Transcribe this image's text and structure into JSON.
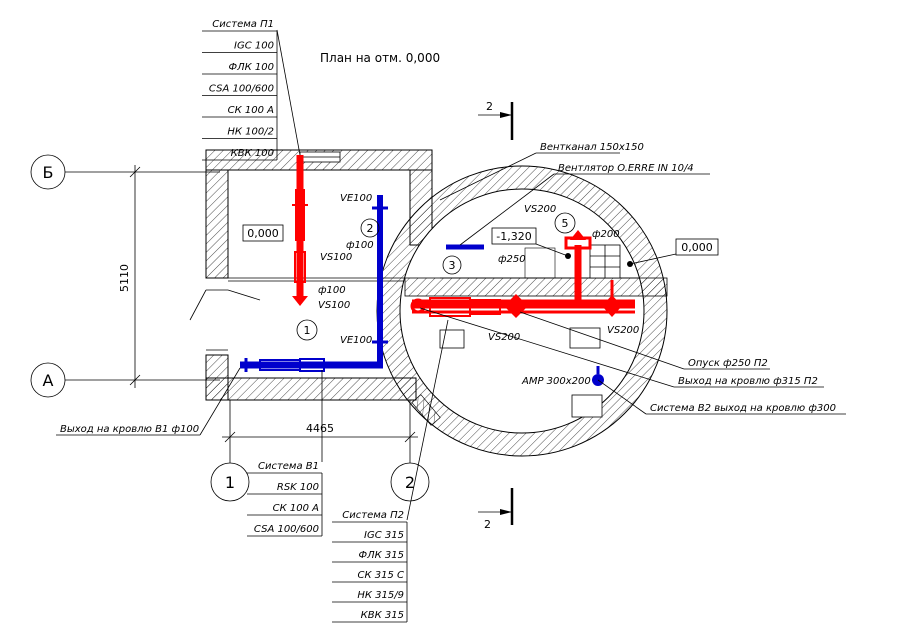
{
  "title": "План на отм. 0,000",
  "axes": {
    "b": "Б",
    "a": "А",
    "one": "1",
    "two": "2"
  },
  "section_marks": {
    "top": "2",
    "bottom": "2"
  },
  "dimensions": {
    "height": "5110",
    "width": "4465"
  },
  "levels": {
    "room": "0,000",
    "pit": "-1,320",
    "circle": "0,000"
  },
  "room_numbers": {
    "r1": "1",
    "r2": "2",
    "r3": "3",
    "r5": "5"
  },
  "system_p1": {
    "header": "Система П1",
    "items": [
      "IGC 100",
      "ФЛК 100",
      "CSA 100/600",
      "СК 100 А",
      "НК 100/2",
      "КВК 100"
    ]
  },
  "system_v1": {
    "header": "Система В1",
    "items": [
      "RSK 100",
      "СК 100 А",
      "CSA 100/600"
    ]
  },
  "system_p2": {
    "header": "Система П2",
    "items": [
      "IGC 315",
      "ФЛК 315",
      "СК 315 С",
      "НК 315/9",
      "КВК 315"
    ]
  },
  "callouts": {
    "ventkanal": "Вентканал 150х150",
    "ventilator": "Вентлятор O.ERRE IN 10/4",
    "opusk": "Опуск ф250 П2",
    "vyhod_p2": "Выход на кровлю ф315 П2",
    "amp": "AMP 300х200",
    "sys_v2": "Система В2 выход на кровлю ф300",
    "vyhod_v1": "Выход на кровлю В1 ф100"
  },
  "pipe_labels": {
    "ve100_top": "VE100",
    "d100_a": "ф100",
    "vs100_a": "VS100",
    "d100_b": "ф100",
    "vs100_b": "VS100",
    "ve100_bottom": "VE100",
    "vs200_top": "VS200",
    "d200": "ф200",
    "d250": "ф250",
    "vs200_mid": "VS200",
    "vs200_right": "VS200"
  },
  "colors": {
    "supply": "#ff0000",
    "exhaust": "#0000cc",
    "line": "#000000"
  }
}
